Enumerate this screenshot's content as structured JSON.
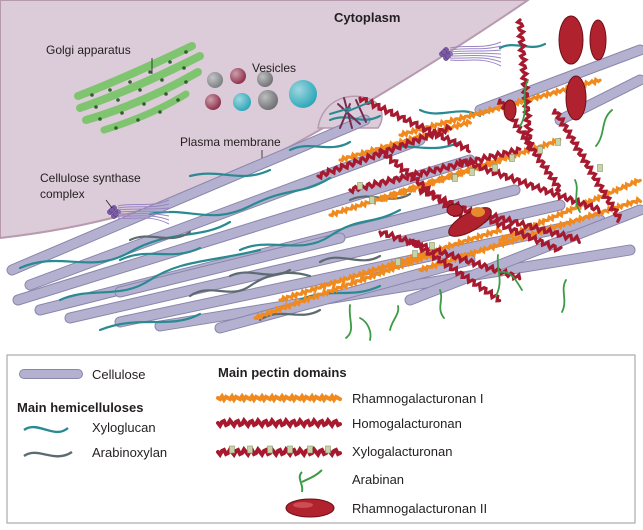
{
  "diagram": {
    "labels": {
      "cytoplasm": "Cytoplasm",
      "golgi": "Golgi apparatus",
      "vesicles": "Vesicles",
      "plasma_membrane": "Plasma membrane",
      "cellulose_synthase_line1": "Cellulose synthase",
      "cellulose_synthase_line2": "complex"
    }
  },
  "legend": {
    "cellulose": "Cellulose",
    "hemicelluloses_heading": "Main hemicelluloses",
    "xyloglucan": "Xyloglucan",
    "arabinoxylan": "Arabinoxylan",
    "pectin_heading": "Main pectin domains",
    "rhamnogalacturonan_i": "Rhamnogalacturonan I",
    "homogalacturonan": "Homogalacturonan",
    "xylogalacturonan": "Xylogalacturonan",
    "arabinan": "Arabinan",
    "rhamnogalacturonan_ii": "Rhamnogalacturonan II"
  },
  "colors": {
    "cytoplasm": "#dccbd8",
    "cytoplasm_edge": "#b89aaf",
    "cellulose": "#b4b0cf",
    "cellulose_edge": "#8a86ab",
    "xyloglucan": "#2a8a92",
    "arabinoxylan": "#5d6b70",
    "rg1": "#f08a1e",
    "homogalacturonan": "#a6192e",
    "xylo_tab": "#c8d3a8",
    "arabinan": "#3d9a45",
    "rg2": "#b0222e",
    "golgi": "#7fc46e",
    "synthase": "#7d5aa8"
  }
}
